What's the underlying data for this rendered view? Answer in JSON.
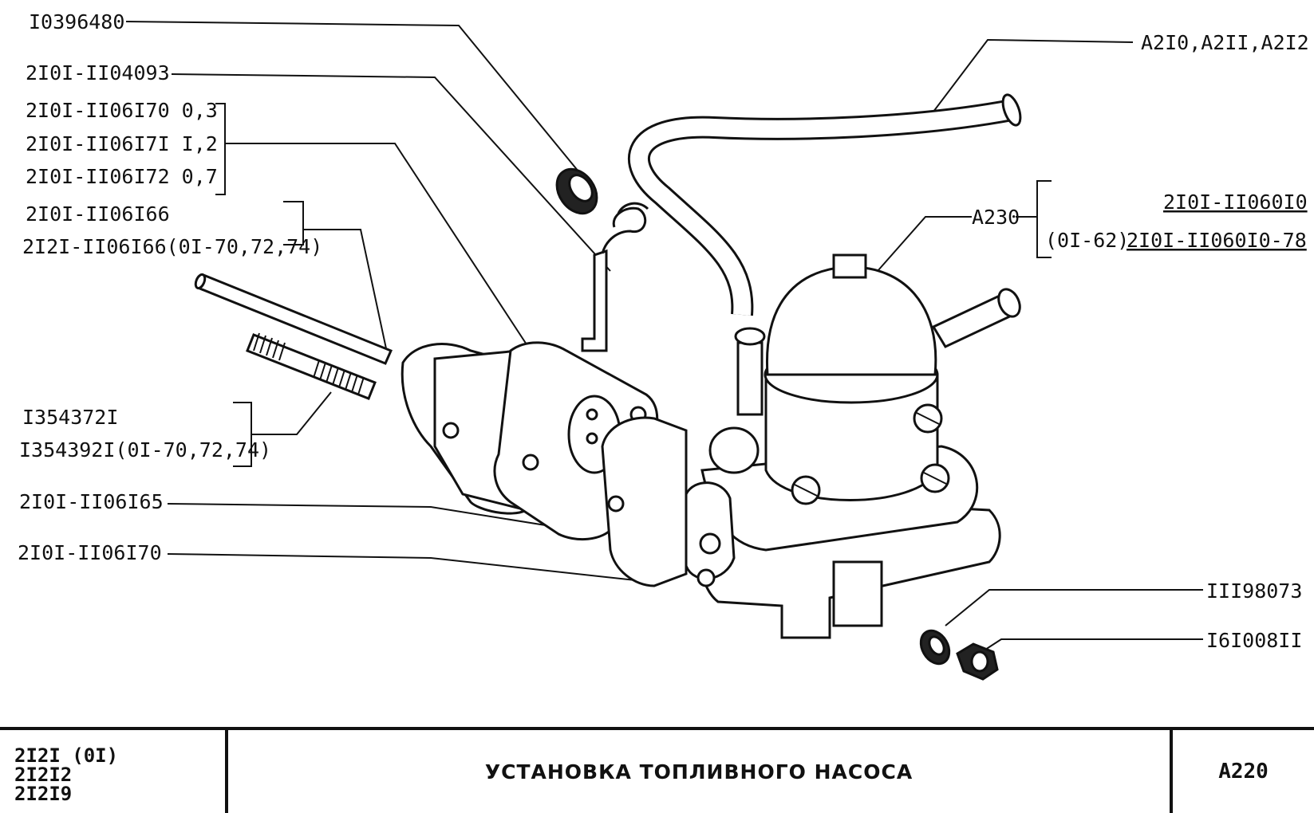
{
  "labels": {
    "p10396480": "I0396480",
    "p2101_1104093": "2I0I-II04093",
    "shim_03": "2I0I-II06I70 0,3",
    "shim_12": "2I0I-II06I7I I,2",
    "shim_07": "2I0I-II06I72 0,7",
    "rod_a": "2I0I-II06I66",
    "rod_b": "2I2I-II06I66(0I-70,72,74)",
    "stud_a": "I354372I",
    "stud_b": "I354392I(0I-70,72,74)",
    "gasket_165": "2I0I-II06I65",
    "gasket_170": "2I0I-II06I70",
    "hose_refs": "A2I0,A2II,A2I2",
    "ref_a230": "A230",
    "pump_a": "2I0I-II060I0",
    "pump_note": "(0I-62)",
    "pump_b": "2I0I-II060I0-78",
    "washer": "III98073",
    "nut": "I6I008II"
  },
  "title_block": {
    "models": [
      "2I2I (0I)",
      "2I2I2",
      "2I2I9"
    ],
    "title": "УСТАНОВКА ТОПЛИВНОГО НАСОСА",
    "code": "A220"
  }
}
